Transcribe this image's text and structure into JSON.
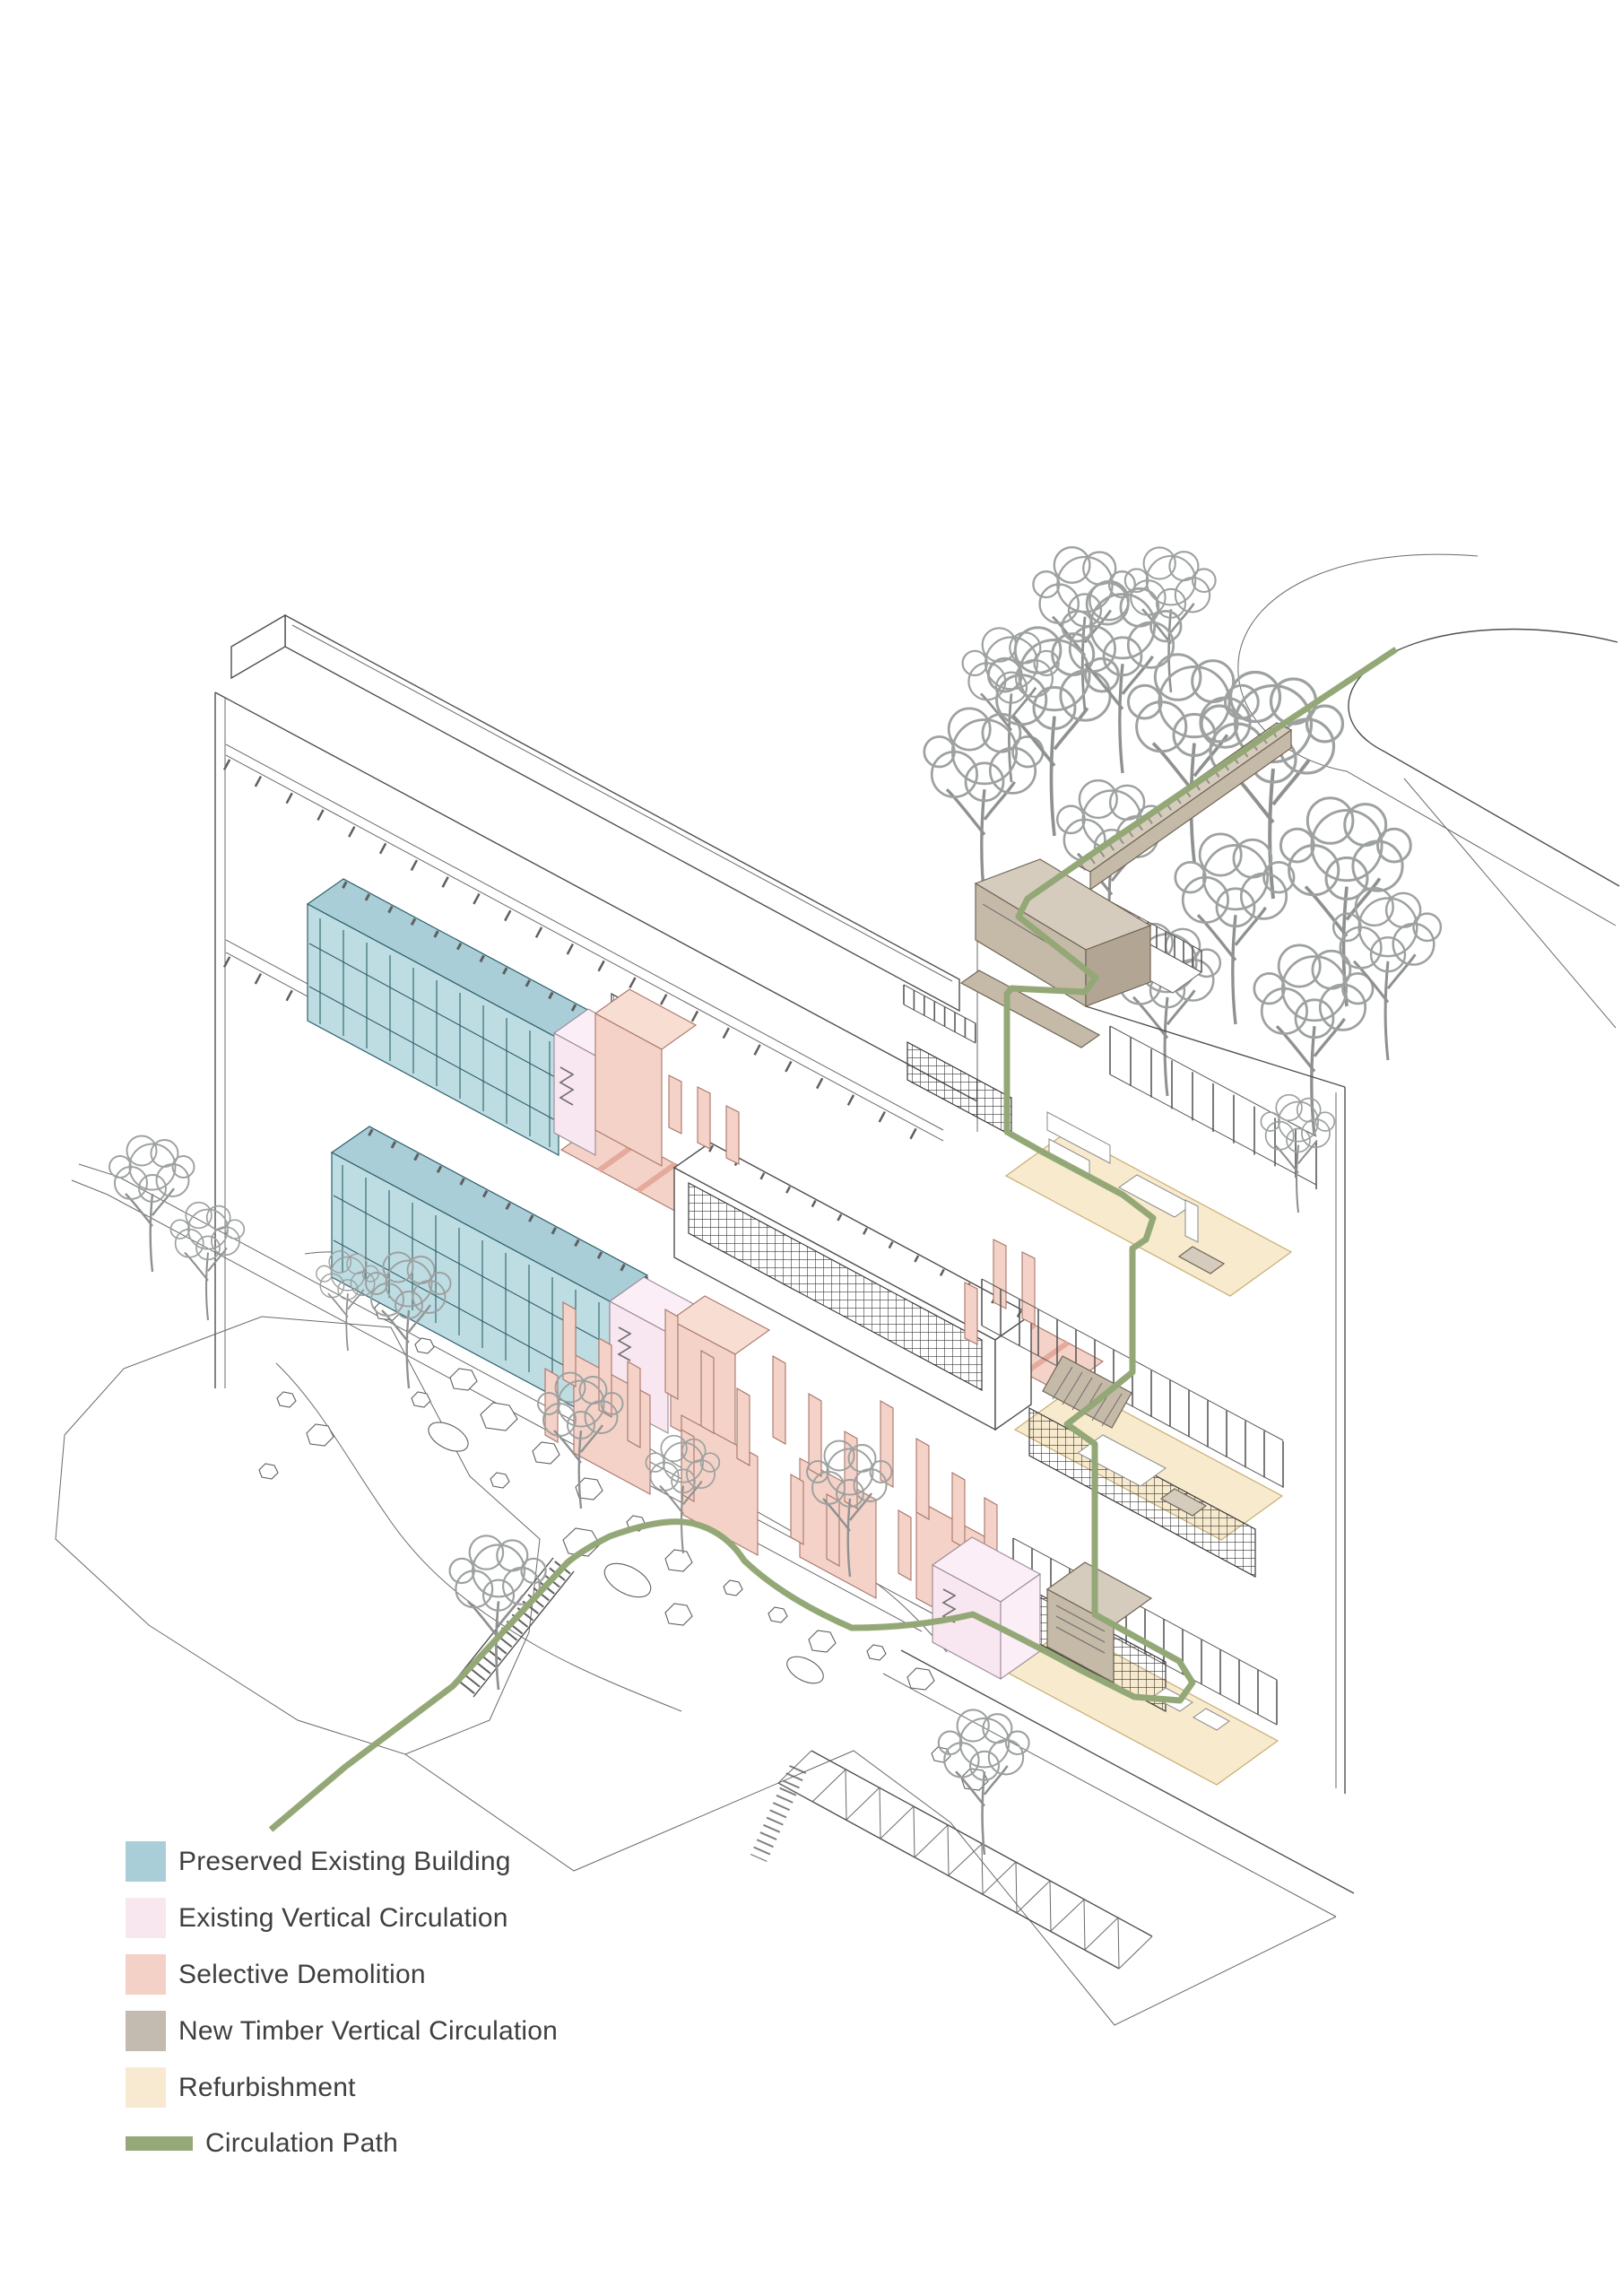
{
  "legend": {
    "items": [
      {
        "label": "Preserved Existing Building",
        "color": "#aaced8",
        "swatch": "square"
      },
      {
        "label": "Existing Vertical Circulation",
        "color": "#f9e7f0",
        "swatch": "square"
      },
      {
        "label": "Selective Demolition",
        "color": "#f3d1c6",
        "swatch": "square"
      },
      {
        "label": "New Timber Vertical Circulation",
        "color": "#c4bbb0",
        "swatch": "square"
      },
      {
        "label": "Refurbishment",
        "color": "#f7ead0",
        "swatch": "square"
      },
      {
        "label": "Circulation Path",
        "color": "#95a878",
        "swatch": "bar"
      }
    ]
  },
  "diagram": {
    "type": "architectural-axonometric",
    "line_color": "#4f4f4f",
    "tree_color": "#9da1a0",
    "elements": [
      "preserved-existing-building-upper",
      "preserved-existing-building-ground",
      "existing-vertical-circulation-towers",
      "selective-demolition-colonnade",
      "new-timber-vertical-circulation-rooftop-box-and-bridge",
      "refurbishment-floor-plates",
      "circulation-path",
      "tree-cluster",
      "curved-road",
      "garden-terraces-with-rocks",
      "access-ramp-and-stairs"
    ]
  }
}
